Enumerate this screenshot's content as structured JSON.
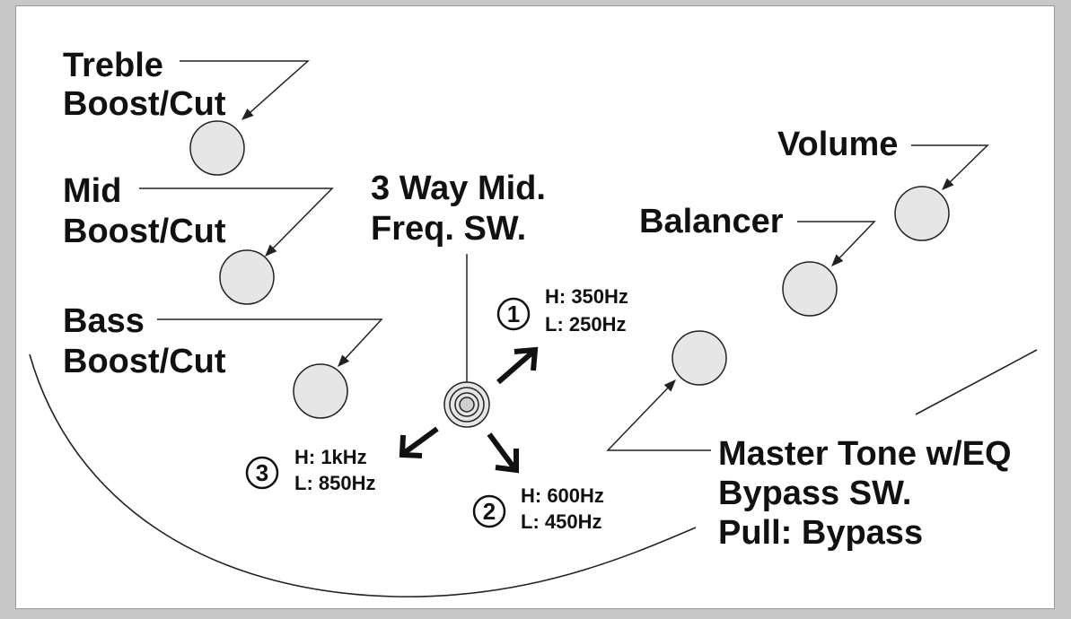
{
  "labels": {
    "treble_line1": "Treble",
    "treble_line2": "Boost/Cut",
    "mid_line1": "Mid",
    "mid_line2": "Boost/Cut",
    "bass_line1": "Bass",
    "bass_line2": "Boost/Cut",
    "switch_line1": "3 Way Mid.",
    "switch_line2": "Freq. SW.",
    "volume": "Volume",
    "balancer": "Balancer",
    "master_line1": "Master Tone w/EQ",
    "master_line2": "Bypass SW.",
    "master_line3": "Pull: Bypass"
  },
  "positions": [
    {
      "number": "1",
      "high": "H: 350Hz",
      "low": "L: 250Hz"
    },
    {
      "number": "2",
      "high": "H: 600Hz",
      "low": "L: 450Hz"
    },
    {
      "number": "3",
      "high": "H: 1kHz",
      "low": "L: 850Hz"
    }
  ],
  "colors": {
    "background": "#c8c8c8",
    "panel": "#ffffff",
    "knob_fill": "#e6e6e6",
    "ink": "#111111"
  }
}
